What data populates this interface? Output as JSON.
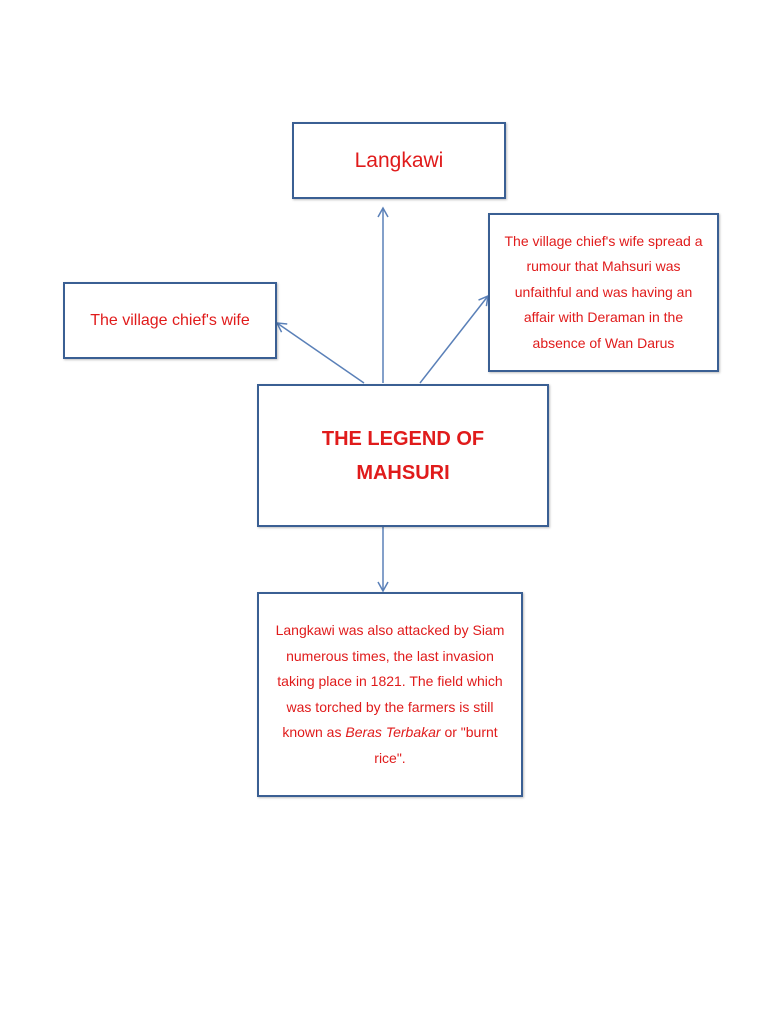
{
  "diagram": {
    "colors": {
      "box_border": "#3a5f93",
      "text": "#e01b1b",
      "arrow": "#5a80b8"
    },
    "nodes": {
      "top": {
        "label": "Langkawi"
      },
      "left": {
        "label": "The village chief's wife"
      },
      "right": {
        "label": "The village chief's wife spread a rumour that Mahsuri was unfaithful and was having an affair with Deraman in the absence of Wan Darus"
      },
      "center": {
        "label": "THE LEGEND OF MAHSURI"
      },
      "bottom": {
        "text_before": "Langkawi was also attacked by Siam numerous times, the last invasion taking place in 1821. The field which was torched by the farmers is still known as ",
        "text_italic": "Beras Terbakar",
        "text_after": " or \"burnt rice\"."
      }
    },
    "edges": [
      {
        "from": "center",
        "to": "top"
      },
      {
        "from": "center",
        "to": "left"
      },
      {
        "from": "center",
        "to": "right"
      },
      {
        "from": "center",
        "to": "bottom"
      }
    ]
  }
}
